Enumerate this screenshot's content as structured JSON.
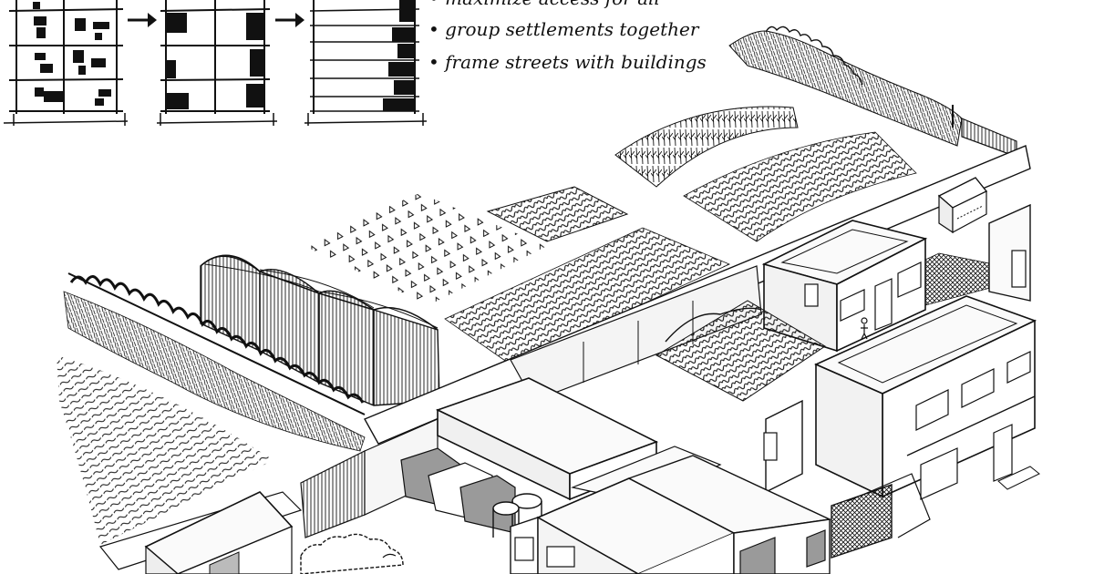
{
  "notes": {
    "bullet_1": "• maximize access for all",
    "bullet_2": "• group settlements together",
    "bullet_3": "• frame streets with buildings"
  },
  "colors": {
    "ink": "#111111",
    "paper": "#ffffff",
    "wall_light": "#f4f4f4",
    "roof": "#fafafa",
    "shade": "#9a9a9a",
    "dark": "#222222"
  }
}
